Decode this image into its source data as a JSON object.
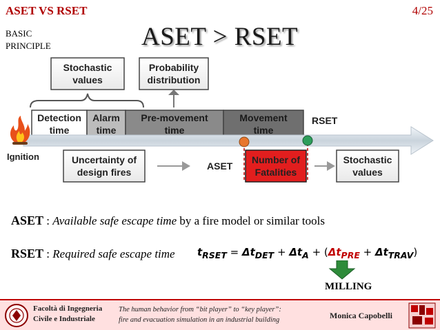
{
  "header": {
    "title": "ASET VS RSET",
    "slide_number": "4/25",
    "subtitle_line1": "BASIC",
    "subtitle_line2": "PRINCIPLE",
    "main_title": "ASET > RSET"
  },
  "diagram": {
    "top_boxes": {
      "stochastic_values_1": "Stochastic",
      "stochastic_values_2": "values",
      "probability_1": "Probability",
      "probability_2": "distribution"
    },
    "phases": [
      {
        "line1": "Detection",
        "line2": "time"
      },
      {
        "line1": "Alarm",
        "line2": "time"
      },
      {
        "line1": "Pre-movement",
        "line2": "time"
      },
      {
        "line1": "Movement",
        "line2": "time"
      }
    ],
    "rset_label": "RSET",
    "ignition_label": "Ignition",
    "uncertainty_1": "Uncertainty of",
    "uncertainty_2": "design fires",
    "aset_label": "ASET",
    "fatalities_1": "Number of",
    "fatalities_2": "Fatalities",
    "stochastic_out_1": "Stochastic",
    "stochastic_out_2": "values",
    "colors": {
      "aset_dot": "#e8762c",
      "rset_dot": "#2e9e5b",
      "fatalities_fill": "#e21e1e",
      "phase_dark": "#6f6f6f",
      "phase_light": "#bcbcbc"
    }
  },
  "definitions": {
    "aset_key": "ASET",
    "aset_sep": " : ",
    "aset_italic": "Available safe escape time",
    "aset_rest": " by a fire model or similar tools",
    "rset_key": "RSET",
    "rset_sep": " : ",
    "rset_italic": "Required safe escape time"
  },
  "formula": {
    "lhs": "t",
    "lhs_sub": "RSET",
    "eq": " = ",
    "d1": "Δt",
    "d1_sub": "DET",
    "plus1": " + ",
    "d2": "Δt",
    "d2_sub": "A",
    "plus2": " + (",
    "d3": "Δt",
    "d3_sub": "PRE",
    "plus3": " + ",
    "d4": "Δt",
    "d4_sub": "TRAV",
    "close": ")"
  },
  "milling_label": "MILLING",
  "footer": {
    "faculty_1": "Facoltà di Ingegneria",
    "faculty_2": "Civile e Industriale",
    "talk_1": "The human behavior from “bit player” to “key player”:",
    "talk_2": "fire and evacuation simulation in an industrial building",
    "author": "Monica Capobelli"
  }
}
